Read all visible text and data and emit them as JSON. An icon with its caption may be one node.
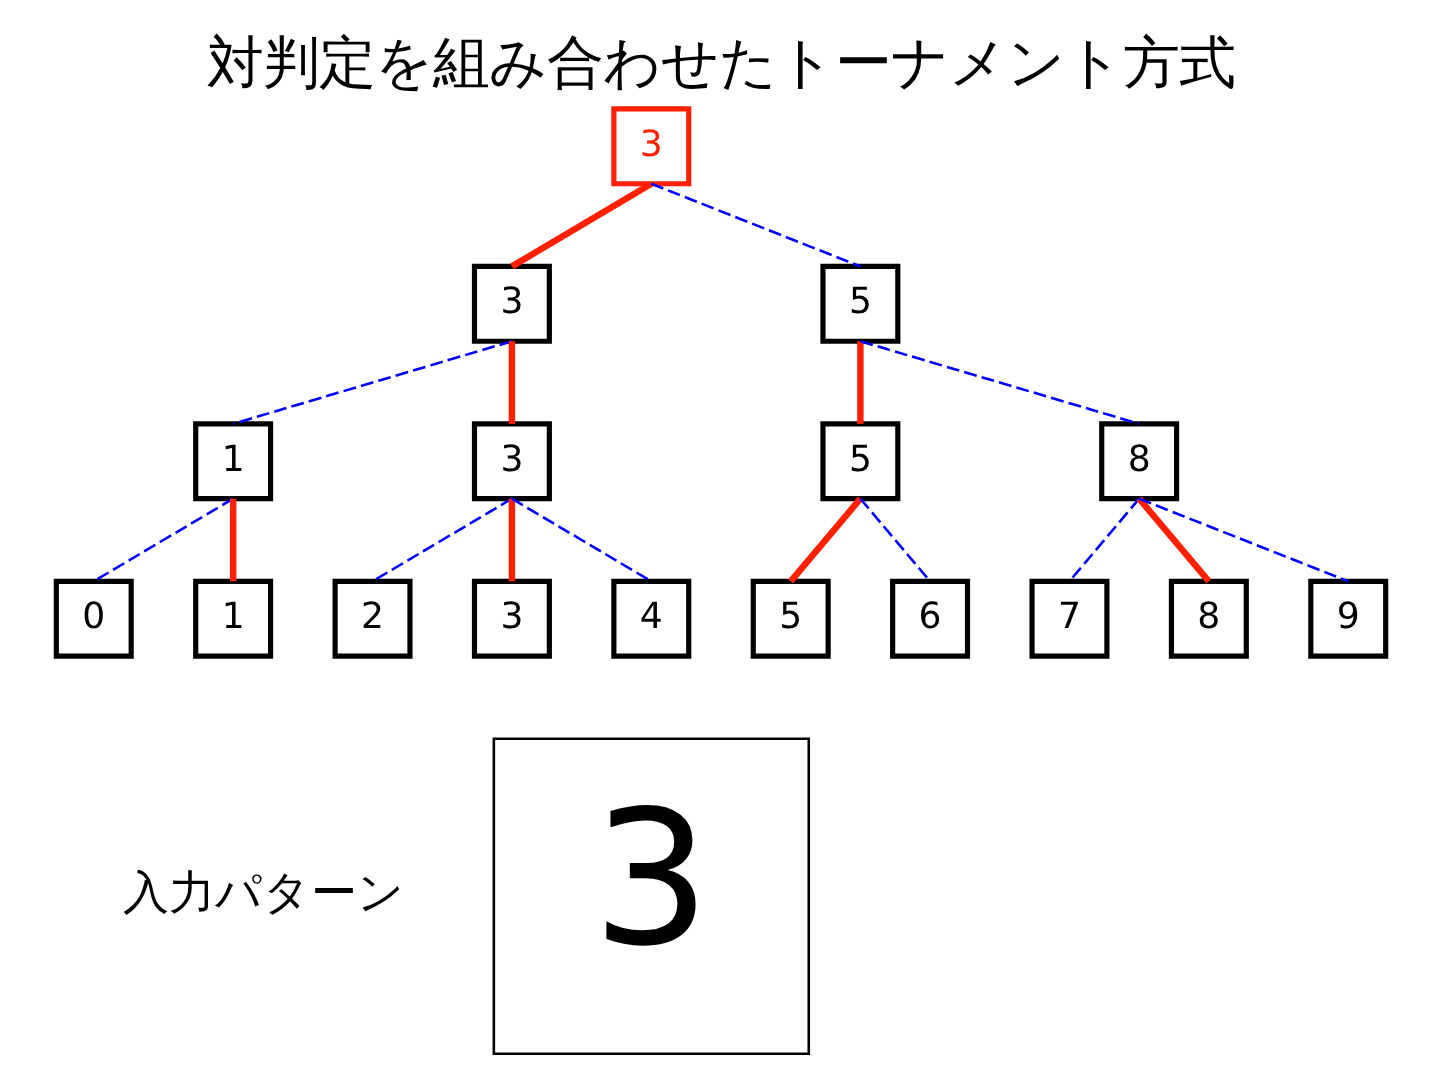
{
  "diagram": {
    "title": "対判定を組み合わせたトーナメント方式",
    "nodes": [
      {
        "text": [
          "3"
        ]
      },
      {
        "text": [
          "3"
        ]
      },
      {
        "text": [
          "5"
        ]
      },
      {
        "text": [
          "1"
        ]
      },
      {
        "text": [
          "3"
        ]
      },
      {
        "text": [
          "5"
        ]
      },
      {
        "text": [
          "8"
        ]
      },
      {
        "text": [
          "0"
        ]
      },
      {
        "text": [
          "1"
        ]
      },
      {
        "text": [
          "2"
        ]
      },
      {
        "text": [
          "3"
        ]
      },
      {
        "text": [
          "4"
        ]
      },
      {
        "text": [
          "5"
        ]
      },
      {
        "text": [
          "6"
        ]
      },
      {
        "text": [
          "7"
        ]
      },
      {
        "text": [
          "8"
        ]
      },
      {
        "text": [
          "9"
        ]
      },
      {
        "text": [
          "3"
        ],
        "beside": [
          "入力パターン"
        ]
      }
    ],
    "edges": [
      {
        "from": 0,
        "to": 1,
        "arrow": "none",
        "style": "thick",
        "color": "#ff2000"
      },
      {
        "from": 0,
        "to": 2,
        "arrow": "none",
        "style": "dashed"
      },
      {
        "from": 1,
        "to": 3,
        "arrow": "none",
        "style": "dashed"
      },
      {
        "from": 1,
        "to": 4,
        "arrow": "none",
        "style": "thick",
        "color": "#ff2000"
      },
      {
        "from": 2,
        "to": 5,
        "arrow": "none",
        "style": "thick",
        "color": "#ff2000"
      },
      {
        "from": 2,
        "to": 6,
        "arrow": "none",
        "style": "dashed"
      },
      {
        "from": 3,
        "to": 7,
        "arrow": "none",
        "style": "dashed"
      },
      {
        "from": 3,
        "to": 8,
        "arrow": "none",
        "style": "thick",
        "color": "#ff2000"
      },
      {
        "from": 4,
        "to": 9,
        "arrow": "none",
        "style": "dashed"
      },
      {
        "from": 4,
        "to": 10,
        "arrow": "none",
        "style": "thick",
        "color": "#ff2000"
      },
      {
        "from": 4,
        "to": 11,
        "arrow": "none",
        "style": "dashed"
      },
      {
        "from": 5,
        "to": 12,
        "arrow": "none",
        "style": "thick",
        "color": "#ff2000"
      },
      {
        "from": 5,
        "to": 13,
        "arrow": "none",
        "style": "dashed"
      },
      {
        "from": 6,
        "to": 14,
        "arrow": "none",
        "style": "dashed"
      },
      {
        "from": 6,
        "to": 15,
        "arrow": "none",
        "style": "thick",
        "color": "#ff2000"
      },
      {
        "from": 6,
        "to": 16,
        "arrow": "none",
        "style": "dashed"
      }
    ]
  }
}
